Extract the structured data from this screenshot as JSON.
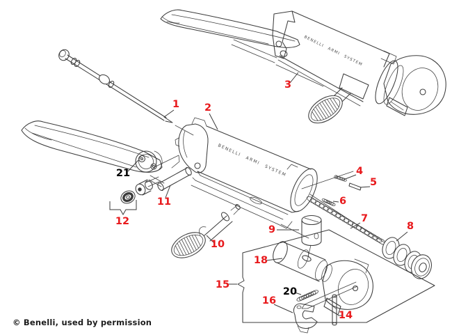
{
  "copyright": "© Benelli, used by permission",
  "engravings": {
    "upper_assembly": "BENELLI ARMI SYSTEM",
    "center_assembly": "BENELLI ARMI SYSTEM"
  },
  "colors": {
    "callout_red": "#e8191c",
    "callout_black": "#000000",
    "line": "#3c3c3c",
    "background": "#ffffff"
  },
  "callouts": [
    {
      "text": "1",
      "color": "red"
    },
    {
      "text": "2",
      "color": "red"
    },
    {
      "text": "3",
      "color": "red"
    },
    {
      "text": "4",
      "color": "red"
    },
    {
      "text": "5",
      "color": "red"
    },
    {
      "text": "6",
      "color": "red"
    },
    {
      "text": "7",
      "color": "red"
    },
    {
      "text": "8",
      "color": "red"
    },
    {
      "text": "9",
      "color": "red"
    },
    {
      "text": "10",
      "color": "red"
    },
    {
      "text": "11",
      "color": "red"
    },
    {
      "text": "12",
      "color": "red"
    },
    {
      "text": "14",
      "color": "red"
    },
    {
      "text": "15",
      "color": "red"
    },
    {
      "text": "16",
      "color": "red"
    },
    {
      "text": "18",
      "color": "red"
    },
    {
      "text": "20",
      "color": "black"
    },
    {
      "text": "21",
      "color": "black"
    }
  ]
}
